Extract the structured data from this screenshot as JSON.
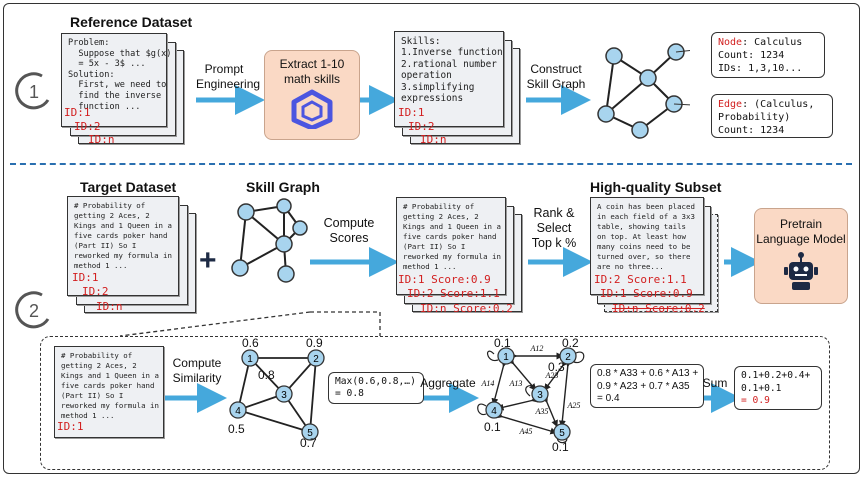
{
  "section1": {
    "step_number": "1",
    "title": "Reference Dataset",
    "doc_text": "Problem:\n  Suppose that $g(x)\n  = 5x - 3$ ...\nSolution:\n  First, we need to\n  find the inverse\n  function ...",
    "id1": "ID:1",
    "id2": "ID:2",
    "idn": "ID:n",
    "arrow1_label": "Prompt\nEngineering",
    "extract_label": "Extract 1-10\nmath skills",
    "skills_text": "Skills:\n1.Inverse function\n2.rational number\noperation\n3.simplifying\nexpressions",
    "sid1": "ID:1",
    "sid2": "ID:2",
    "sidn": "ID:n",
    "arrow3_label": "Construct\nSkill Graph",
    "node_key": "Node",
    "node_value": ": Calculus",
    "node_count": "Count: 1234",
    "node_ids": "IDs: 1,3,10...",
    "edge_key": "Edge",
    "edge_value": ": (Calculus,",
    "edge_value2": "Probability)",
    "edge_count": "Count: 1234"
  },
  "section2": {
    "step_number": "2",
    "target_title": "Target Dataset",
    "doc_text": "# Probability of\ngetting 2 Aces, 2\nKings and 1 Queen in a\nfive cards poker hand\n(Part II) So I\nreworked my formula in\nmethod 1 ...",
    "id1": "ID:1",
    "id2": "ID:2",
    "idn": "ID:n",
    "plus": "+",
    "graph_title": "Skill Graph",
    "compute_scores": "Compute\nScores",
    "score1": "ID:1 Score:0.9",
    "score2": "ID:2 Score:1.1",
    "scoren": "ID:n Score:0.2",
    "rank_label": "Rank &\nSelect\nTop k %",
    "hq_title": "High-quality Subset",
    "hq_text": "A coin has been placed\nin each field of a 3x3\ntable, showing tails\non top. At least how\nmany coins need to be\nturned over, so there\nare no three...",
    "hq1": "ID:2 Score:1.1",
    "hq2": "ID:1 Score:0.9",
    "hqn": "ID:n Score:0.2",
    "pretrain": "Pretrain\nLanguage Model"
  },
  "detail": {
    "doc_text": "# Probability of\ngetting 2 Aces, 2\nKings and 1 Queen in a\nfive cards poker hand\n(Part II) So I\nreworked my formula in\nmethod 1 ...",
    "id": "ID:1",
    "compute_sim": "Compute\nSimilarity",
    "weights": [
      "0.6",
      "0.9",
      "0.8",
      "0.5",
      "0.7"
    ],
    "node_labels": [
      "1",
      "2",
      "3",
      "4",
      "5"
    ],
    "max_box": "Max(0.6,0.8,…)\n= 0.8",
    "aggregate": "Aggregate",
    "agg_weights": [
      "0.1",
      "0.2",
      "0.3",
      "0.1",
      "0.1"
    ],
    "edge_labels": [
      "A12",
      "A23",
      "A13",
      "A14",
      "A35",
      "A25",
      "A45"
    ],
    "formula": "0.8 * A33 + 0.6 * A13 +\n0.9 * A23 + 0.7 * A35\n= 0.4",
    "sum_label": "Sum",
    "sum_box": "0.1+0.2+0.4+\n0.1+0.1",
    "sum_result": "= 0.9"
  },
  "colors": {
    "node_fill": "#a8d4ee",
    "arrow": "#45a8dc",
    "red": "#d21f1f",
    "divider": "#2a6fb0"
  }
}
